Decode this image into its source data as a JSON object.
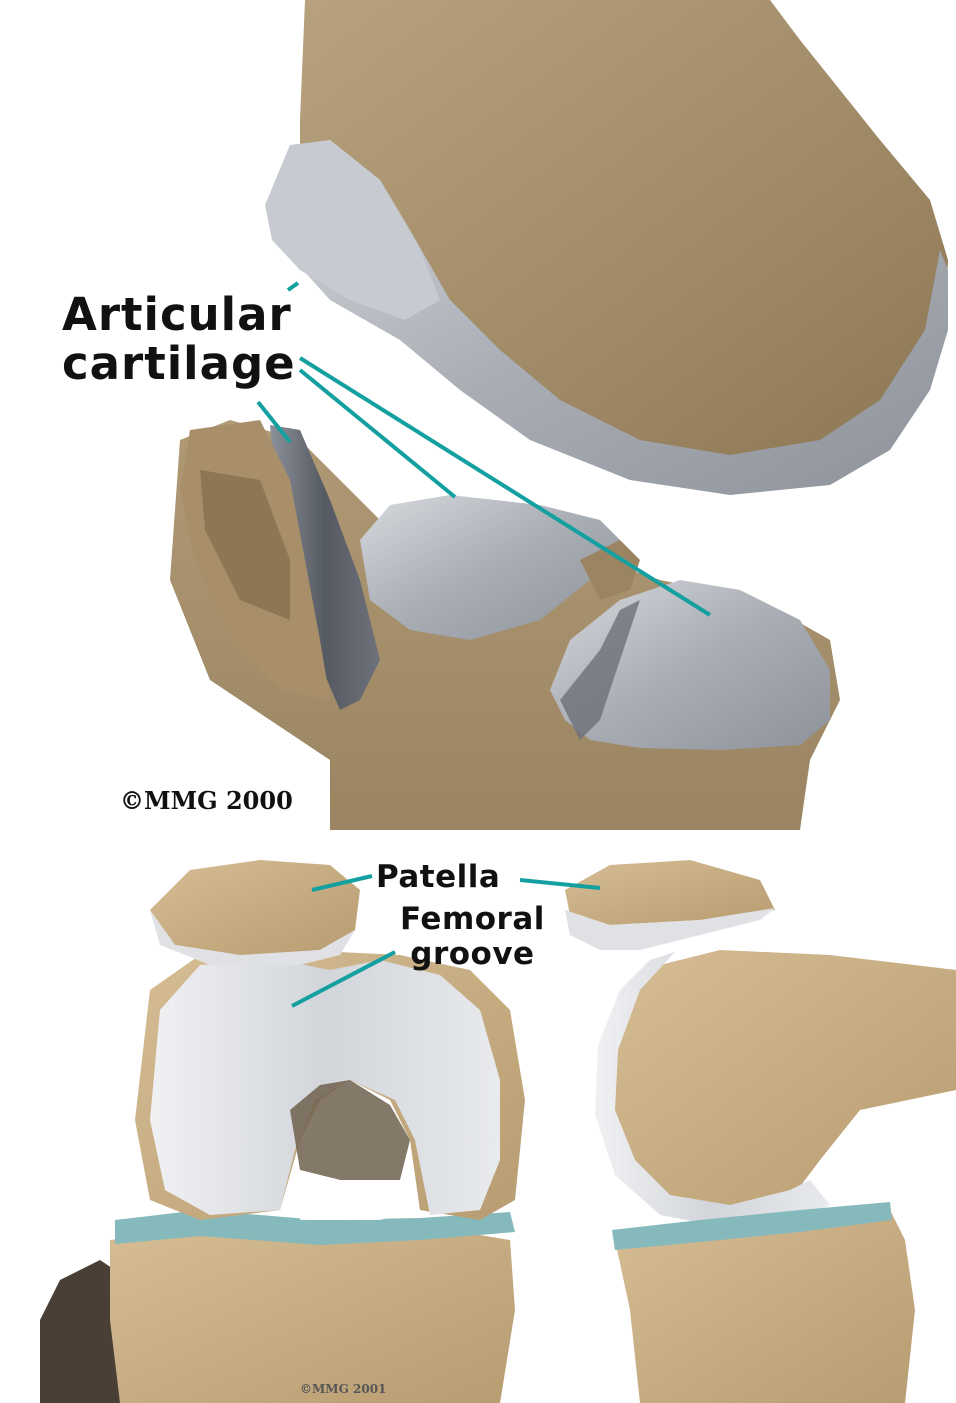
{
  "top_illustration": {
    "label_line1": "Articular",
    "label_line2": "cartilage",
    "copyright": "©MMG 2000",
    "colors": {
      "bone": "#a58f6d",
      "cartilage": "#b9bdc4",
      "pointer": "#14a0a0"
    }
  },
  "bottom_illustration": {
    "patella_label": "Patella",
    "femoral_line1": "Femoral",
    "femoral_line2": "groove",
    "copyright": "©MMG 2001",
    "colors": {
      "bone": "#cbb086",
      "cartilage": "#dde0e4",
      "meniscus": "#7fb6b8",
      "pointer": "#14a0a0"
    }
  }
}
